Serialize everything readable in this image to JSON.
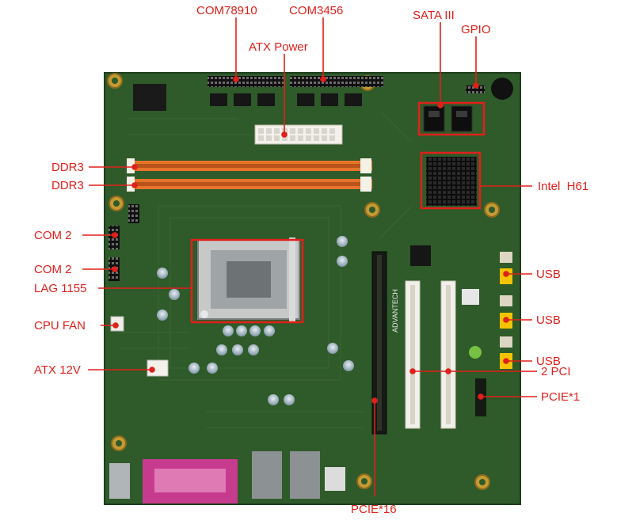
{
  "labels": {
    "com78910": "COM78910",
    "com3456": "COM3456",
    "atx_power": "ATX Power",
    "sata3": "SATA III",
    "gpio": "GPIO",
    "ddr3_1": "DDR3",
    "ddr3_2": "DDR3",
    "intel_h61": "Intel  H61",
    "com2_a": "COM 2",
    "com2_b": "COM 2",
    "lga1155": "LAG 1155",
    "usb_1": "USB",
    "usb_2": "USB",
    "usb_3": "USB",
    "cpu_fan": "CPU FAN",
    "pci_2": "2 PCI",
    "atx12v": "ATX 12V",
    "pcie_x1": "PCIE*1",
    "pcie_x16": "PCIE*16"
  },
  "board_brand": "ADVANTECH",
  "colors": {
    "annotation": "#e0201a",
    "pcb": "#2f5a2a",
    "dimm_slot": "#e8742a",
    "pci_slot": "#f2f0ea",
    "pcie_slot": "#151a14",
    "usb_port": "#f5c400",
    "heatsink": "#111111"
  }
}
